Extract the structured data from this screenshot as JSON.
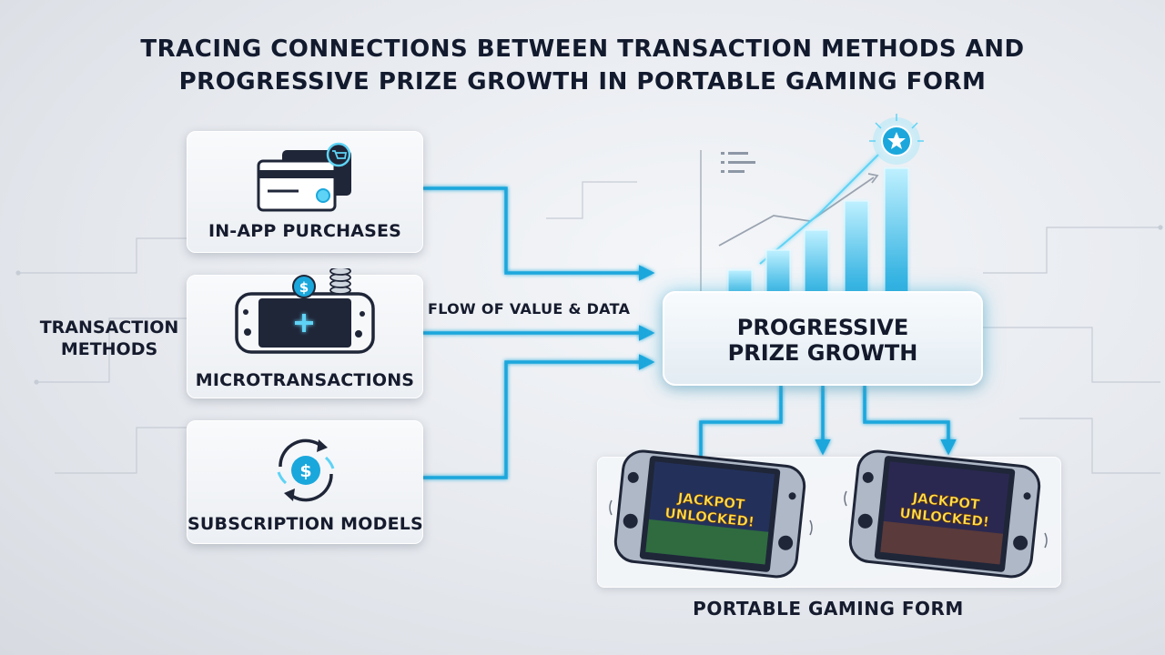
{
  "title": {
    "line1": "TRACING CONNECTIONS BETWEEN TRANSACTION METHODS AND",
    "line2": "PROGRESSIVE PRIZE GROWTH IN PORTABLE GAMING FORM"
  },
  "transaction_methods": {
    "label_line1": "TRANSACTION",
    "label_line2": "METHODS",
    "cards": [
      {
        "label": "IN-APP PURCHASES",
        "icon": "credit-card-cart-icon"
      },
      {
        "label": "MICROTRANSACTIONS",
        "icon": "handheld-console-coin-icon"
      },
      {
        "label": "SUBSCRIPTION MODELS",
        "icon": "recurring-dollar-icon"
      }
    ]
  },
  "flow_label": "FLOW OF VALUE & DATA",
  "hub": {
    "line1": "PROGRESSIVE",
    "line2": "PRIZE GROWTH",
    "icon": "rising-bar-chart-star-icon"
  },
  "portable": {
    "label": "PORTABLE GAMING FORM",
    "screen_text_line1": "JACKPOT",
    "screen_text_line2": "UNLOCKED!",
    "icon": "handheld-console-icon"
  },
  "colors": {
    "accent": "#1aa7dc",
    "glow": "#5ed3f5",
    "text": "#141a2c",
    "card_bg": "#f4f6f9"
  }
}
